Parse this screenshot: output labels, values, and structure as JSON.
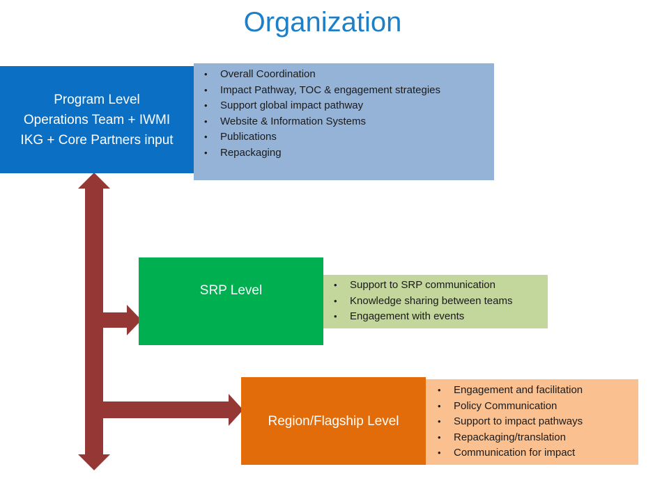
{
  "title": "Organization",
  "colors": {
    "title": "#1f7fc6",
    "program_level": "#0b6fc4",
    "program_list": "#95b3d7",
    "srp_level": "#00b050",
    "srp_list": "#c3d69b",
    "region_level": "#e36c0a",
    "region_list": "#fac090",
    "connector_arrows": "#953735"
  },
  "program_level": {
    "lines": [
      "Program Level",
      "Operations Team + IWMI",
      "IKG + Core Partners input"
    ],
    "items": [
      "Overall Coordination",
      "Impact Pathway, TOC & engagement strategies",
      "Support global impact pathway",
      "Website & Information Systems",
      "Publications",
      "Repackaging"
    ]
  },
  "srp_level": {
    "label": "SRP Level",
    "items": [
      "Support to SRP communication",
      "Knowledge sharing between teams",
      "Engagement with events"
    ]
  },
  "region_level": {
    "label": "Region/Flagship Level",
    "items": [
      "Engagement and facilitation",
      "Policy Communication",
      "Support to impact pathways",
      "Repackaging/translation",
      "Communication for impact"
    ]
  }
}
